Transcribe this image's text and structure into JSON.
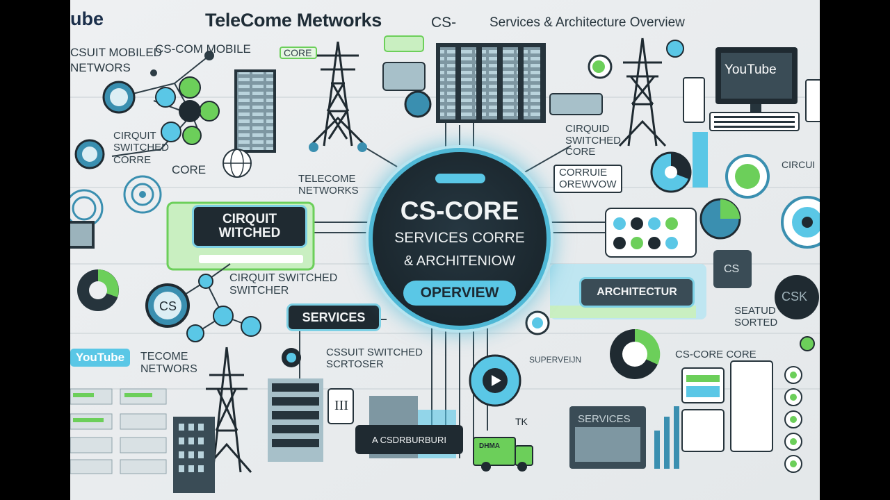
{
  "header": {
    "youtube_corner": "ube",
    "title": "TeleCome Metworks",
    "subtitle_prefix": "CS-",
    "subtitle": "Services & Architecture Overview"
  },
  "hub": {
    "line1": "CS-CORE",
    "line2": "SERVICES CORRE",
    "line3": "& ARCHITENIOW",
    "overview": "OPERVIEW"
  },
  "labels": {
    "csuit_mobiled": "CSUIT MOBIlED",
    "networs": "NETWORS",
    "cscom_mobile": "CS-COM MOBILE",
    "core_box": "CORE",
    "cirquit_switched_corre": "CIRQUIT\nSWITCHED\nCORRE",
    "core": "CORE",
    "telecome_networks_mid": "TELECOME\nNETWORKS",
    "cirquid_switched_core": "CIRQUID\nSWITCHED\nCORE",
    "corruie_orewvow": "CORRUIE\nOREWVOW",
    "cirquit_switcher": "CIRQUIT SWITCHED\nSWITCHER",
    "csuit_switched": "CSSUIT SWITCHED\nSCRTOSER",
    "tecome_networs": "TECOME\nNETWORS",
    "seratud_sorted": "SEATUD\nSORTED",
    "cs_core_core": "CS-CORE CORE",
    "circui": "CIRCUI",
    "cs_circle": "CS",
    "cs_right": "CS",
    "csk": "CSK",
    "bottom_pill": "A CSDRBURBURI",
    "services_board": "SERVICES",
    "supervein": "SUPERVEIJN",
    "ill": "III",
    "tk": "TK",
    "truck_label": "DHMA"
  },
  "pills": {
    "cirquit_witched": "CIRQUIT\nWITCHED",
    "services": "SERVICES",
    "architectur": "ARCHITECTUR"
  },
  "monitor": {
    "youtube": "YouTube"
  },
  "badges": {
    "youtube_left": "YouTube"
  },
  "colors": {
    "accent_blue": "#5ac7e6",
    "accent_green": "#6ccf5a",
    "dark": "#1f2a31",
    "background": "#eceef0"
  }
}
